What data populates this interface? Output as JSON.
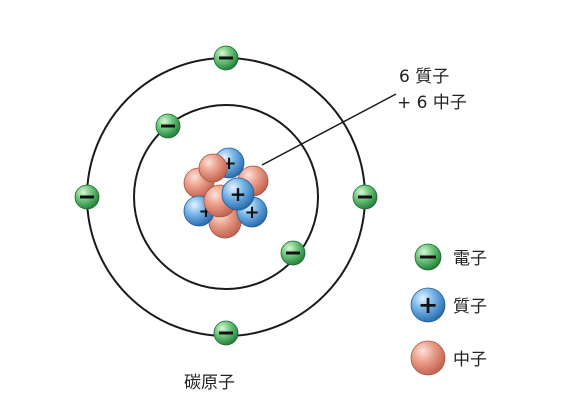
{
  "nucleus_label": {
    "line1": "6 質子",
    "line2": "+ 6 中子"
  },
  "caption": "碳原子",
  "legend": {
    "electron": "電子",
    "proton": "質子",
    "neutron": "中子"
  },
  "symbols": {
    "electron": "−",
    "proton": "+"
  },
  "colors": {
    "electron": "#2e9a4a",
    "proton": "#3a86c8",
    "neutron": "#d97a68",
    "orbit": "#1a1a1a"
  }
}
